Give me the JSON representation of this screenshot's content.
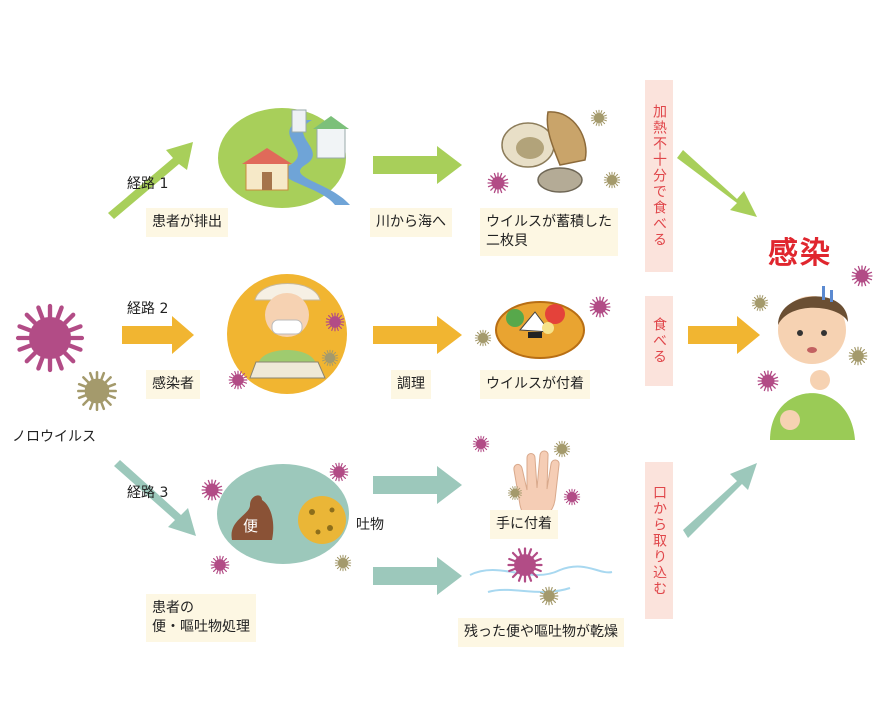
{
  "virus_label": "ノロウイルス",
  "routes": [
    {
      "label": "経路 1",
      "step1": "患者が排出",
      "step2": "川から海へ",
      "step3_line1": "ウイルスが蓄積した",
      "step3_line2": "二枚貝",
      "cause": "加熱不十分で食べる"
    },
    {
      "label": "経路 2",
      "step1": "感染者",
      "step2": "調理",
      "step3": "ウイルスが付着",
      "cause": "食べる"
    },
    {
      "label": "経路 3",
      "step1_line1": "患者の",
      "step1_line2": "便・嘔吐物処理",
      "poop_label": "便",
      "vomit_label": "吐物",
      "step3a": "手に付着",
      "step3b": "残った便や嘔吐物が乾燥",
      "cause": "口から取り込む"
    }
  ],
  "result": "感染",
  "colors": {
    "route1": "#a8cf5a",
    "route2": "#f1b531",
    "route3": "#9cc8bb",
    "virus_pink": "#b24c86",
    "virus_olive": "#a49a6c",
    "cause_bg": "#fbe3dc",
    "cause_text": "#e0464a",
    "result_text": "#e0262e"
  }
}
